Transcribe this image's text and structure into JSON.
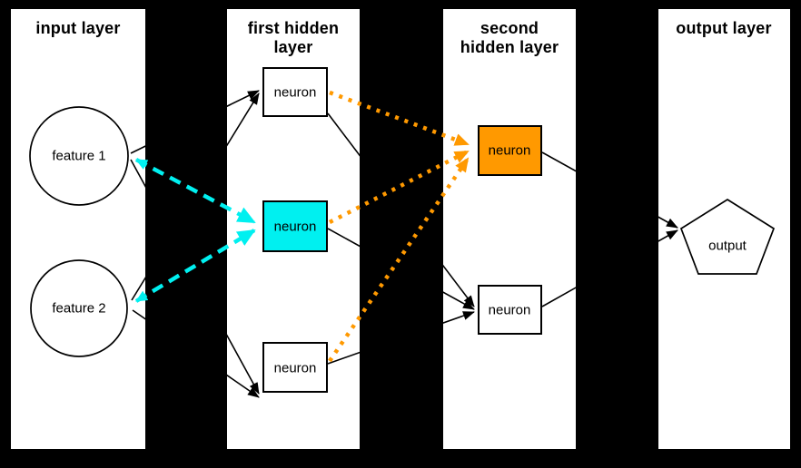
{
  "diagram": {
    "type": "neural-network-architecture",
    "colors": {
      "background": "#000000",
      "panel": "#ffffff",
      "edge": "#000000",
      "cyan_highlight": "#00F0F0",
      "orange_highlight": "#FF9900"
    },
    "layers": [
      {
        "title_lines": [
          "input layer"
        ],
        "nodes": [
          {
            "label": "feature 1",
            "shape": "circle",
            "fill": "white"
          },
          {
            "label": "feature 2",
            "shape": "circle",
            "fill": "white"
          }
        ]
      },
      {
        "title_lines": [
          "first hidden",
          "layer"
        ],
        "nodes": [
          {
            "label": "neuron",
            "shape": "rect",
            "fill": "white"
          },
          {
            "label": "neuron",
            "shape": "rect",
            "fill": "cyan"
          },
          {
            "label": "neuron",
            "shape": "rect",
            "fill": "white"
          }
        ]
      },
      {
        "title_lines": [
          "second",
          "hidden layer"
        ],
        "nodes": [
          {
            "label": "neuron",
            "shape": "rect",
            "fill": "orange"
          },
          {
            "label": "neuron",
            "shape": "rect",
            "fill": "white"
          }
        ]
      },
      {
        "title_lines": [
          "output layer"
        ],
        "nodes": [
          {
            "label": "output",
            "shape": "pentagon",
            "fill": "white"
          }
        ]
      }
    ],
    "edges": [
      {
        "from": "feature 1",
        "to": "first-hidden neuron 1",
        "style": "solid black arrow"
      },
      {
        "from": "feature 2",
        "to": "first-hidden neuron 1",
        "style": "solid black arrow"
      },
      {
        "from": "feature 1",
        "to": "first-hidden neuron 3",
        "style": "solid black arrow"
      },
      {
        "from": "feature 2",
        "to": "first-hidden neuron 3",
        "style": "solid black arrow"
      },
      {
        "from": "feature 1",
        "to": "first-hidden neuron 2 (cyan)",
        "style": "dashed cyan double-headed arrow"
      },
      {
        "from": "feature 2",
        "to": "first-hidden neuron 2 (cyan)",
        "style": "dashed cyan double-headed arrow"
      },
      {
        "from": "first-hidden neuron 1",
        "to": "second-hidden neuron 2",
        "style": "solid black arrow"
      },
      {
        "from": "first-hidden neuron 2 (cyan)",
        "to": "second-hidden neuron 2",
        "style": "solid black arrow"
      },
      {
        "from": "first-hidden neuron 3",
        "to": "second-hidden neuron 2",
        "style": "solid black arrow"
      },
      {
        "from": "first-hidden neuron 1",
        "to": "second-hidden neuron 1 (orange)",
        "style": "dotted orange arrow"
      },
      {
        "from": "first-hidden neuron 2 (cyan)",
        "to": "second-hidden neuron 1 (orange)",
        "style": "dotted orange arrow"
      },
      {
        "from": "first-hidden neuron 3",
        "to": "second-hidden neuron 1 (orange)",
        "style": "dotted orange arrow"
      },
      {
        "from": "second-hidden neuron 1 (orange)",
        "to": "output",
        "style": "solid black arrow"
      },
      {
        "from": "second-hidden neuron 2",
        "to": "output",
        "style": "solid black arrow"
      }
    ]
  }
}
